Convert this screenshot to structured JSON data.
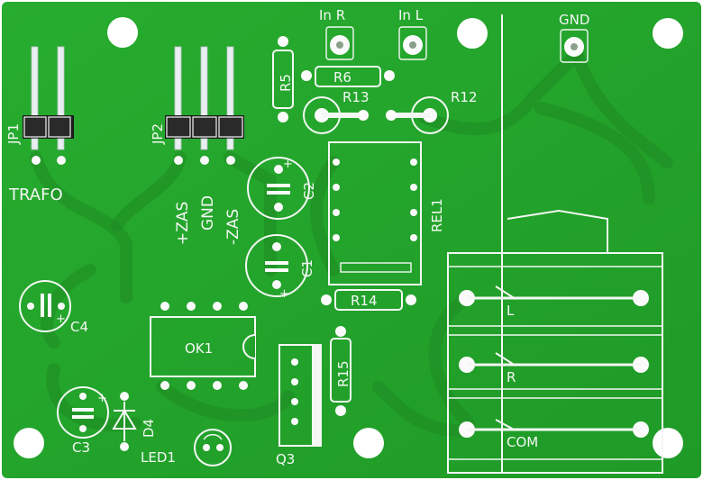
{
  "board": {
    "colors": {
      "mask": "#22a52b",
      "mask_dark": "#1d9125",
      "silk": "#f4f7f4",
      "pad": "#fbfbfb"
    },
    "labels": {
      "in_r": "In R",
      "in_l": "In L",
      "gnd_top": "GND",
      "jp1": "JP1",
      "trafo": "TRAFO",
      "jp2": "JP2",
      "zas_plus": "+ZAS",
      "gnd": "GND",
      "zas_minus": "-ZAS",
      "r5": "R5",
      "r6": "R6",
      "r13": "R13",
      "r12": "R12",
      "c2": "C2",
      "c1": "C1",
      "rel1": "REL1",
      "r14": "R14",
      "c4": "C4",
      "ok1": "OK1",
      "r15": "R15",
      "c3": "C3",
      "d4": "D4",
      "led1": "LED1",
      "q3": "Q3",
      "term_l": "L",
      "term_r": "R",
      "term_com": "COM"
    }
  }
}
